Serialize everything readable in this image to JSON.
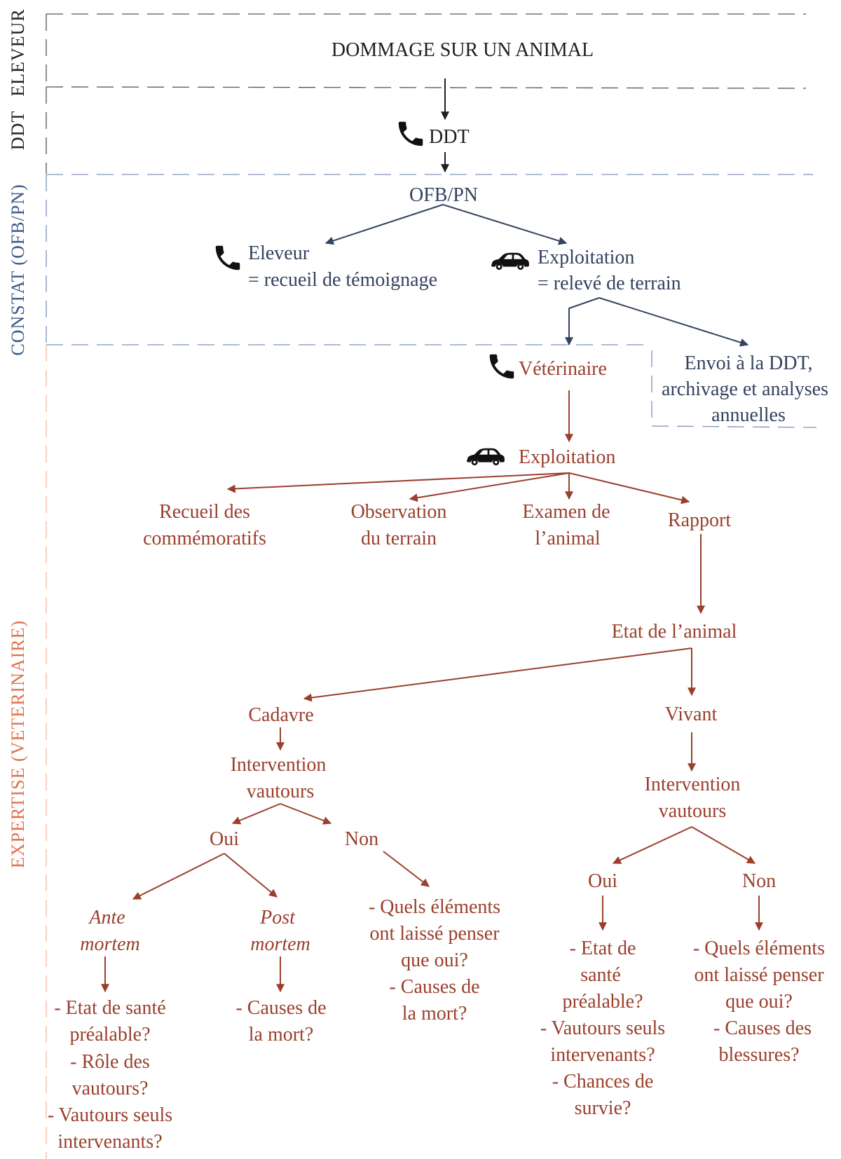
{
  "sections": {
    "eleveur": "ELEVEUR",
    "ddt": "DDT",
    "constat": "CONSTAT (OFB/PN)",
    "expertise": "EXPERTISE (VETERINAIRE)"
  },
  "nodes": {
    "dommage": "DOMMAGE SUR UN ANIMAL",
    "ddt": "DDT",
    "ofb": "OFB/PN",
    "eleveur_l1": "Eleveur",
    "eleveur_l2": "= recueil de témoignage",
    "exploit1_l1": "Exploitation",
    "exploit1_l2": "= relevé de terrain",
    "veterinaire": "Vétérinaire",
    "envoi_l1": "Envoi à la DDT,",
    "envoi_l2": "archivage et analyses",
    "envoi_l3": "annuelles",
    "exploit2": "Exploitation",
    "recueil_l1": "Recueil des",
    "recueil_l2": "commémoratifs",
    "observation_l1": "Observation",
    "observation_l2": "du terrain",
    "examen_l1": "Examen de",
    "examen_l2": "l’animal",
    "rapport": "Rapport",
    "etat": "Etat de l’animal",
    "cadavre": "Cadavre",
    "vivant": "Vivant",
    "interv_l1": "Intervention",
    "interv_l2": "vautours",
    "oui": "Oui",
    "non": "Non",
    "ante_l1": "Ante",
    "ante_l2": "mortem",
    "post_l1": "Post",
    "post_l2": "mortem",
    "ante_q": [
      "- Etat de santé",
      "préalable?",
      "- Rôle des",
      "vautours?",
      "- Vautours seuls",
      "intervenants?"
    ],
    "post_q": [
      "- Causes de",
      "la mort?"
    ],
    "cad_non_q": [
      "- Quels éléments",
      "ont laissé penser",
      "que oui?",
      "- Causes de",
      "la mort?"
    ],
    "viv_oui_q": [
      "- Etat de",
      "santé",
      "préalable?",
      "- Vautours seuls",
      "intervenants?",
      "- Chances de",
      "survie?"
    ],
    "viv_non_q": [
      "- Quels éléments",
      "ont laissé penser",
      "que oui?",
      "- Causes des",
      "blessures?"
    ]
  },
  "colors": {
    "dark": "#1f1f1f",
    "blue": "#33425e",
    "red": "#9a3f2c",
    "expertise_label": "#e0714a",
    "constat_label": "#3c5a8c",
    "dash_dark": "#555555",
    "dash_blue": "#7d93bd",
    "dash_peach": "#f0b89c"
  },
  "icons": [
    "phone-icon",
    "car-icon"
  ]
}
